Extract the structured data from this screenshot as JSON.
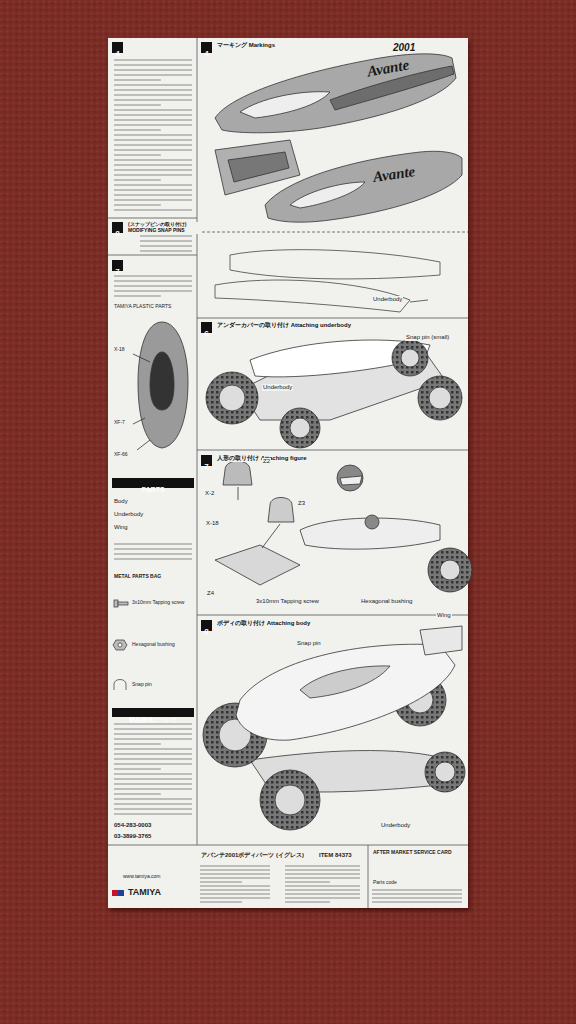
{
  "diagram": {
    "nodes": [
      {
        "text": [
          "4"
        ]
      },
      {
        "text": [
          "4",
          "マーキング Markings"
        ]
      },
      {
        "text": [
          "8",
          "(スナップピンの取り付け) MODIFYING SNAP PINS"
        ]
      },
      {
        "text": [
          "7"
        ]
      },
      {
        "text": [
          "6",
          "アンダーカバーの取り付け Attaching underbody"
        ]
      },
      {
        "text": [
          "7",
          "人形の取り付け Attaching figure"
        ]
      },
      {
        "text": [
          "PARTS"
        ]
      },
      {
        "text": [
          "8",
          "ボディの取り付け Attaching body"
        ]
      },
      {
        "text": [
          "部品請求について"
        ]
      }
    ],
    "labels": [
      "2001",
      "Avante",
      "Avante",
      "Underbody",
      "Snap pin (small)",
      "Underbody",
      "X-2",
      "Z2",
      "Z3",
      "X-18",
      "Z4",
      "3x10mm Tapping screw",
      "Hexagonal bushing",
      "Snap pin",
      "Wing",
      "Underbody",
      "X-18",
      "XF-7",
      "XF-66",
      "TAMIYA PLASTIC PARTS",
      "Body",
      "Underbody",
      "Wing",
      "METAL PARTS BAG",
      "3x10mm Tapping screw",
      "Hexagonal bushing",
      "Snap pin",
      "054-283-0003",
      "03-3899-3765",
      "www.tamiya.com",
      "TAMIYA",
      "アバンテ2001ボディパーツ (イグレス)",
      "ITEM 84373",
      "AFTER MARKET SERVICE CARD",
      "Parts code"
    ]
  }
}
